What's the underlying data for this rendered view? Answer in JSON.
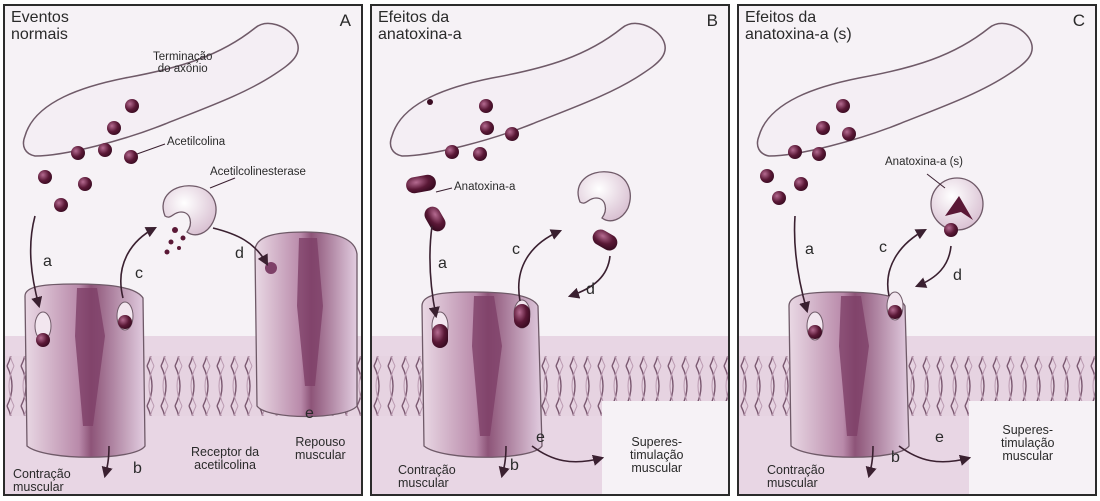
{
  "panels": [
    {
      "letter": "A",
      "title_line1": "Eventos",
      "title_line2": "normais",
      "axon_line1": "Terminação",
      "axon_line2": "do axônio",
      "molecule": "Acetilcolina",
      "enzyme": "Acetilcolinesterase",
      "steps": {
        "a": "a",
        "b": "b",
        "c": "c",
        "d": "d",
        "e": "e"
      },
      "contraction_line1": "Contração",
      "contraction_line2": "muscular",
      "receptor_line1": "Receptor da",
      "receptor_line2": "acetilcolina",
      "rest_line1": "Repouso",
      "rest_line2": "muscular"
    },
    {
      "letter": "B",
      "title_line1": "Efeitos da",
      "title_line2": "anatoxina-a",
      "toxin": "Anatoxina-a",
      "steps": {
        "a": "a",
        "b": "b",
        "c": "c",
        "d": "d",
        "e": "e"
      },
      "contraction_line1": "Contração",
      "contraction_line2": "muscular",
      "over_line1": "Superes-",
      "over_line2": "timulação",
      "over_line3": "muscular"
    },
    {
      "letter": "C",
      "title_line1": "Efeitos da",
      "title_line2": "anatoxina-a (s)",
      "toxin": "Anatoxina-a (s)",
      "steps": {
        "a": "a",
        "b": "b",
        "c": "c",
        "d": "d",
        "e": "e"
      },
      "contraction_line1": "Contração",
      "contraction_line2": "muscular",
      "over_line1": "Superes-",
      "over_line2": "timulação",
      "over_line3": "muscular"
    }
  ],
  "colors": {
    "outline": "#2b2b2b",
    "molecule": "#5a1836",
    "membrane": "#d7b8cf",
    "receptor": "#b98aaa",
    "receptor_dark": "#7e4068",
    "enzyme": "#ecdde8",
    "axon": "#efe7ef"
  }
}
